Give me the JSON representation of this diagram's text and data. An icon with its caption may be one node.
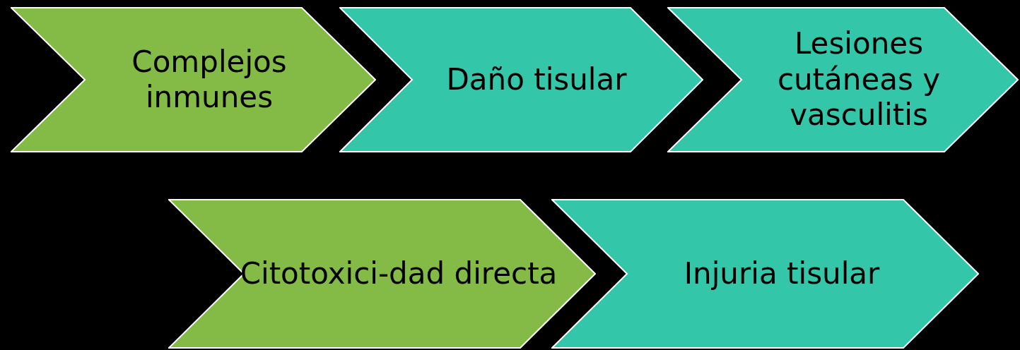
{
  "diagram": {
    "nodes": [
      {
        "text": [
          "Complejos inmunes"
        ]
      },
      {
        "text": [
          "Daño tisular"
        ]
      },
      {
        "text": [
          "Lesiones cutáneas y vasculitis"
        ]
      },
      {
        "text": [
          "Citotoxici-dad directa"
        ]
      },
      {
        "text": [
          "Injuria tisular"
        ]
      }
    ]
  }
}
